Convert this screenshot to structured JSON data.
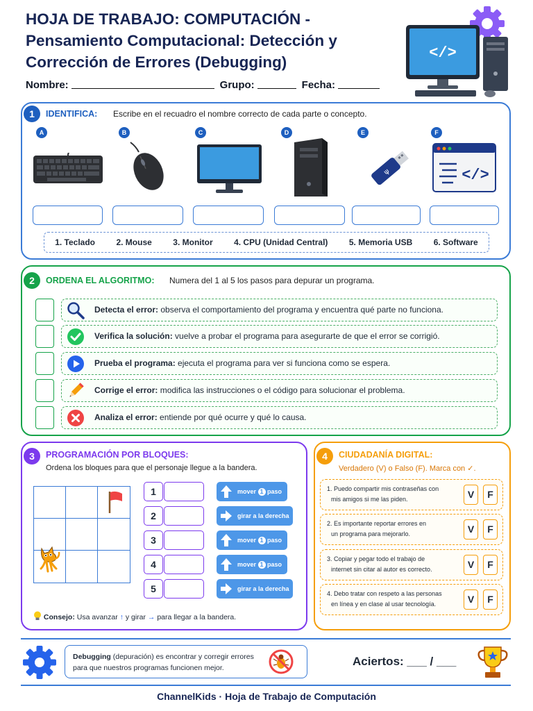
{
  "header": {
    "title_line1": "HOJA DE TRABAJO: COMPUTACIÓN -",
    "title_line2": "Pensamiento Computacional: Detección y",
    "title_line3": "Corrección de Errores (Debugging)",
    "name_label": "Nombre:",
    "group_label": "Grupo:",
    "date_label": "Fecha:"
  },
  "s1": {
    "num": "1",
    "heading": "IDENTIFICA:",
    "desc": "Escribe en el recuadro el nombre correcto de cada parte o concepto.",
    "items": [
      {
        "letter": "A",
        "icon": "keyboard-icon"
      },
      {
        "letter": "B",
        "icon": "mouse-icon"
      },
      {
        "letter": "C",
        "icon": "monitor-icon"
      },
      {
        "letter": "D",
        "icon": "cpu-tower-icon"
      },
      {
        "letter": "E",
        "icon": "usb-drive-icon"
      },
      {
        "letter": "F",
        "icon": "software-window-icon"
      }
    ],
    "bank": [
      "1. Teclado",
      "2. Mouse",
      "3. Monitor",
      "4. CPU (Unidad Central)",
      "5. Memoria USB",
      "6. Software"
    ]
  },
  "s2": {
    "num": "2",
    "heading": "ORDENA EL ALGORITMO:",
    "desc": "Numera del 1 al 5 los pasos para depurar un programa.",
    "steps": [
      {
        "bold": "Detecta el error:",
        "text": " observa el comportamiento del programa y encuentra qué parte no funciona.",
        "icon": "magnifier-icon"
      },
      {
        "bold": "Verifica la solución:",
        "text": " vuelve a probar el programa para asegurarte de que el error se corrigió.",
        "icon": "check-circle-icon"
      },
      {
        "bold": "Prueba el programa:",
        "text": " ejecuta el programa para ver si funciona como se espera.",
        "icon": "play-circle-icon"
      },
      {
        "bold": "Corrige el error:",
        "text": " modifica las instrucciones o el código para solucionar el problema.",
        "icon": "pencil-icon"
      },
      {
        "bold": "Analiza el error:",
        "text": " entiende por qué ocurre y qué lo causa.",
        "icon": "x-circle-icon"
      }
    ]
  },
  "s3": {
    "num": "3",
    "heading": "PROGRAMACIÓN POR BLOQUES:",
    "desc": "Ordena los bloques para que el personaje llegue a la bandera.",
    "numbers": [
      "1",
      "2",
      "3",
      "4",
      "5"
    ],
    "blocks": [
      {
        "pre": "mover",
        "n": "1",
        "post": "paso",
        "type": "move"
      },
      {
        "label": "girar a la derecha",
        "type": "turn"
      },
      {
        "pre": "mover",
        "n": "1",
        "post": "paso",
        "type": "move"
      },
      {
        "pre": "mover",
        "n": "1",
        "post": "paso",
        "type": "move"
      },
      {
        "label": "girar a la derecha",
        "type": "turn"
      }
    ],
    "tip_label": "Consejo:",
    "tip_a": "Usa avanzar",
    "tip_b": "y girar",
    "tip_c": "para llegar a la bandera."
  },
  "s4": {
    "num": "4",
    "heading": "CIUDADANÍA DIGITAL:",
    "desc": "Verdadero (V) o Falso (F). Marca con ✓.",
    "questions": [
      {
        "l1": "1. Puedo compartir mis contraseñas con",
        "l2": "mis amigos si me las piden."
      },
      {
        "l1": "2. Es importante reportar errores en",
        "l2": "un programa para mejorarlo."
      },
      {
        "l1": "3. Copiar y pegar todo el trabajo de",
        "l2": "internet sin citar al autor es correcto."
      },
      {
        "l1": "4. Debo tratar con respeto a las personas",
        "l2": "en línea y en clase al usar tecnología."
      }
    ],
    "v": "V",
    "f": "F"
  },
  "footer": {
    "def_bold": "Debugging",
    "def_rest": " (depuración) es encontrar y corregir errores",
    "def_line2": "para que nuestros programas funcionen mejor.",
    "score_label": "Aciertos: ___ / ___",
    "brand": "ChannelKids · Hoja de Trabajo de Computación"
  },
  "colors": {
    "blue": "#1e5fbf",
    "green": "#16a34a",
    "purple": "#7c3aed",
    "orange": "#f59e0b",
    "navy": "#172554"
  }
}
